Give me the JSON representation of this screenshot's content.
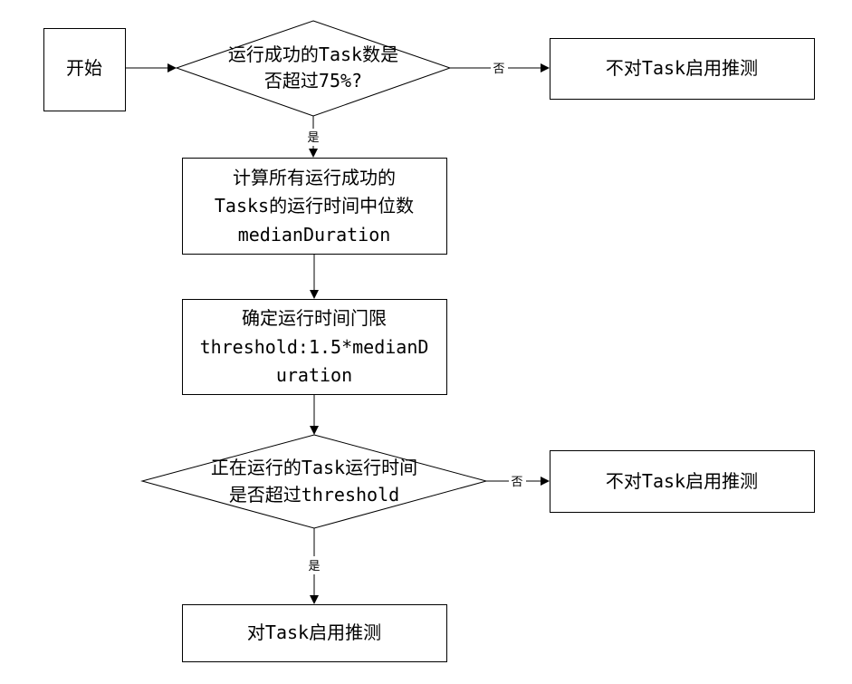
{
  "nodes": {
    "start": {
      "lines": [
        "开始"
      ]
    },
    "decision1": {
      "lines": [
        "运行成功的Task数是",
        "否超过75%?"
      ]
    },
    "no_spec_1": {
      "lines": [
        "不对Task启用推测"
      ]
    },
    "compute_median": {
      "lines": [
        "计算所有运行成功的",
        "Tasks的运行时间中位数",
        "medianDuration"
      ]
    },
    "threshold": {
      "lines": [
        "确定运行时间门限",
        "threshold:1.5*medianD",
        "uration"
      ]
    },
    "decision2": {
      "lines": [
        "正在运行的Task运行时间",
        "是否超过threshold"
      ]
    },
    "no_spec_2": {
      "lines": [
        "不对Task启用推测"
      ]
    },
    "enable_spec": {
      "lines": [
        "对Task启用推测"
      ]
    }
  },
  "edges": {
    "d1_no": "否",
    "d1_yes": "是",
    "d2_no": "否",
    "d2_yes": "是"
  }
}
